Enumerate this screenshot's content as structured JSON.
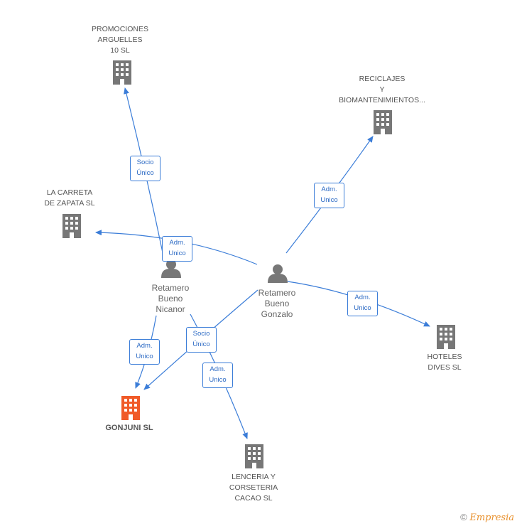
{
  "colors": {
    "edge": "#3b7dd8",
    "company": "#777777",
    "focus": "#f05a28",
    "person": "#777777"
  },
  "nodes": {
    "promociones": {
      "label": "PROMOCIONES\nARGUELLES\n10 SL",
      "icon": "building-icon"
    },
    "reciclajes": {
      "label": "RECICLAJES\nY\nBIOMANTENIMIENTOS...",
      "icon": "building-icon"
    },
    "carreta": {
      "label": "LA CARRETA\nDE ZAPATA SL",
      "icon": "building-icon"
    },
    "nicanor": {
      "label": "Retamero\nBueno\nNicanor",
      "icon": "person-icon"
    },
    "gonzalo": {
      "label": "Retamero\nBueno\nGonzalo",
      "icon": "person-icon"
    },
    "hoteles": {
      "label": "HOTELES\nDIVES SL",
      "icon": "building-icon"
    },
    "gonjuni": {
      "label": "GONJUNI SL",
      "icon": "building-icon"
    },
    "lenceria": {
      "label": "LENCERIA Y\nCORSETERIA\nCACAO SL",
      "icon": "building-icon"
    }
  },
  "edge_labels": {
    "socio_unico_1": "Socio\nÚnico",
    "adm_unico_1": "Adm.\nUnico",
    "adm_unico_2": "Adm.\nUnico",
    "adm_unico_3": "Adm.\nUnico",
    "adm_unico_4": "Adm.\nUnico",
    "socio_unico_2": "Socio\nÚnico",
    "adm_unico_5": "Adm.\nUnico"
  },
  "footer": {
    "copyright": "©",
    "brand": "Empresia"
  }
}
